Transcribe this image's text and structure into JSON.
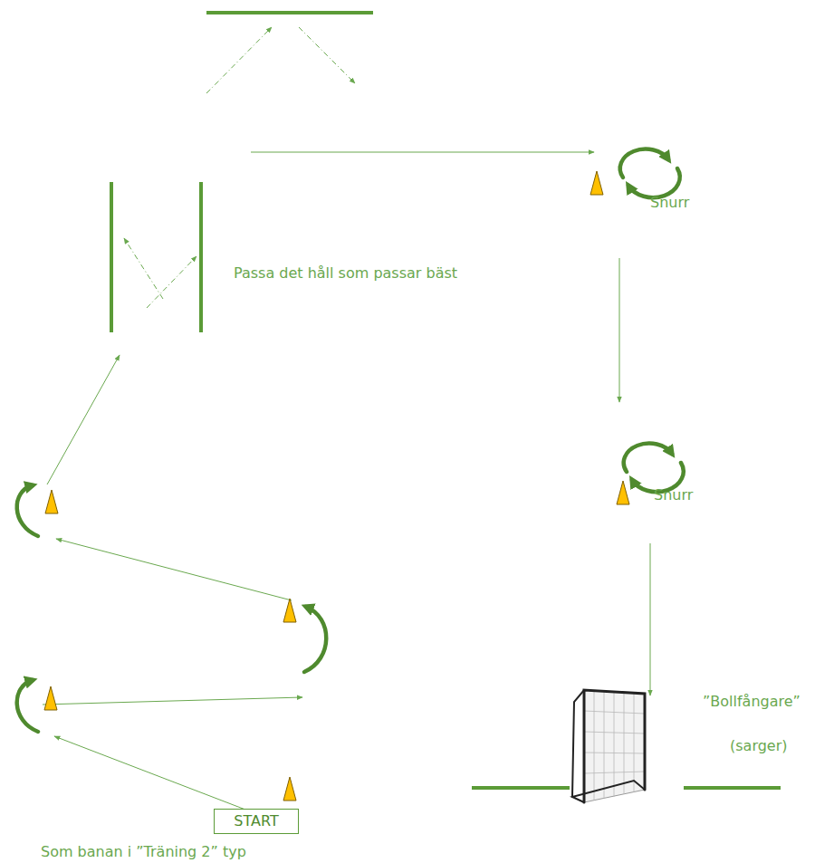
{
  "diagram": {
    "nodes": [
      {
        "text": [
          "START"
        ]
      }
    ],
    "labels": [
      "Snurr",
      "Passa det håll som passar bäst",
      "Snurr",
      "”Bollfångare”",
      "(sarger)",
      "Som banan i ”Träning 2” typ"
    ]
  }
}
